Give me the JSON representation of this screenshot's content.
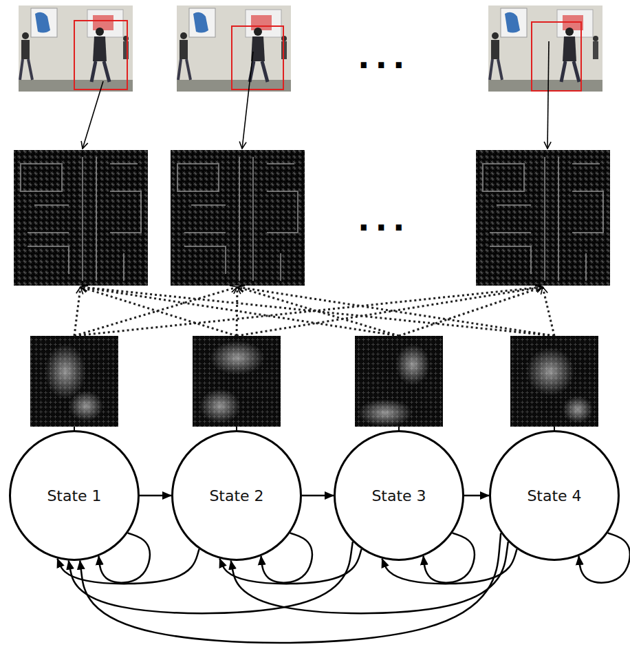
{
  "diagram": {
    "nodes": [
      {
        "text": [
          "State 1"
        ]
      },
      {
        "text": [
          "State 2"
        ]
      },
      {
        "text": [
          "State 3"
        ]
      },
      {
        "text": [
          "State 4"
        ]
      }
    ],
    "edges": [
      {
        "from": 0,
        "to": 1,
        "arrow": "to"
      },
      {
        "from": 1,
        "to": 2,
        "arrow": "to"
      },
      {
        "from": 2,
        "to": 3,
        "arrow": "to"
      },
      {
        "from": 0,
        "to": 0,
        "arrow": "to"
      },
      {
        "from": 1,
        "to": 1,
        "arrow": "to"
      },
      {
        "from": 2,
        "to": 2,
        "arrow": "to"
      },
      {
        "from": 3,
        "to": 3,
        "arrow": "to"
      },
      {
        "from": 1,
        "to": 0,
        "arrow": "to"
      },
      {
        "from": 2,
        "to": 0,
        "arrow": "to"
      },
      {
        "from": 3,
        "to": 0,
        "arrow": "to"
      },
      {
        "from": 2,
        "to": 1,
        "arrow": "to"
      },
      {
        "from": 3,
        "to": 1,
        "arrow": "to"
      },
      {
        "from": 3,
        "to": 2,
        "arrow": "to"
      }
    ],
    "labels": [
      "...",
      "..."
    ]
  }
}
